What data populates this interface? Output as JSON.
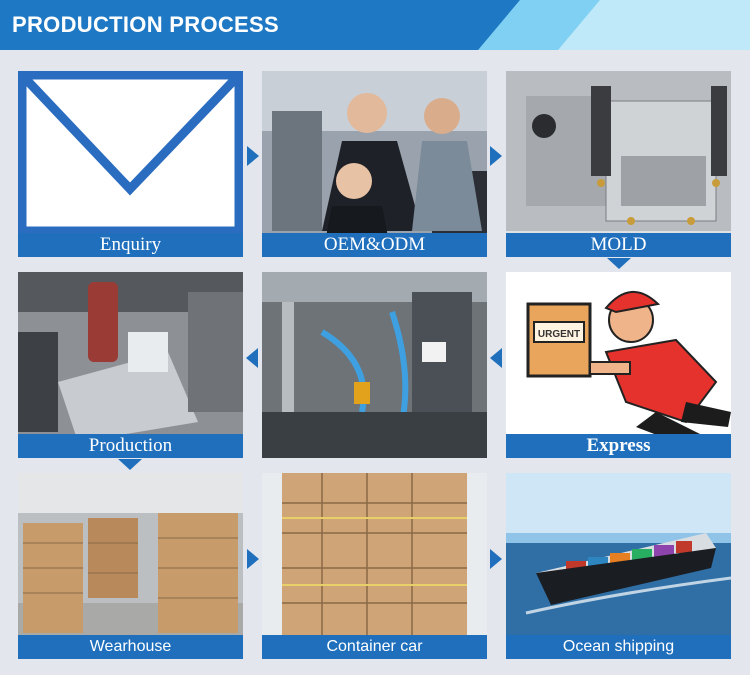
{
  "header": {
    "title": "PRODUCTION PROCESS"
  },
  "colors": {
    "accent": "#1f6fbd",
    "header": "#1f78c4",
    "background": "#e3e6ec"
  },
  "steps": [
    {
      "label": "Enquiry",
      "icon": "envelope-icon"
    },
    {
      "label": "OEM&ODM",
      "icon": "team-photo"
    },
    {
      "label": "MOLD",
      "icon": "mold-photo"
    },
    {
      "label": "Production",
      "icon": "machine-photo"
    },
    {
      "label": "",
      "icon": "assembly-photo"
    },
    {
      "label": "Express",
      "icon": "courier-illustration"
    },
    {
      "label": "Wearhouse",
      "icon": "warehouse-photo"
    },
    {
      "label": "Container car",
      "icon": "container-photo"
    },
    {
      "label": "Ocean shipping",
      "icon": "ship-photo"
    }
  ],
  "courier_box_text": "URGENT"
}
